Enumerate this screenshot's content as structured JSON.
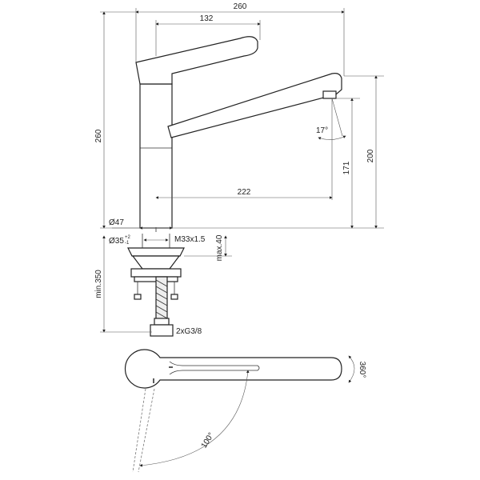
{
  "dimensions": {
    "overall_width": "260",
    "handle_length": "132",
    "overall_height": "260",
    "spout_height": "200",
    "outlet_height": "171",
    "spout_reach": "222",
    "outlet_angle": "17°",
    "body_diameter": "Ø47",
    "hole_diameter": "Ø35",
    "hole_tolerance_upper": "+2",
    "hole_tolerance_lower": "-1",
    "thread": "M33x1.5",
    "max_deck_thickness": "max.40",
    "min_hose_length": "min.350",
    "connections": "2xG3/8",
    "spout_swivel": "360°",
    "lever_rotation": "100°"
  },
  "colors": {
    "line": "#222222",
    "background": "#ffffff"
  }
}
